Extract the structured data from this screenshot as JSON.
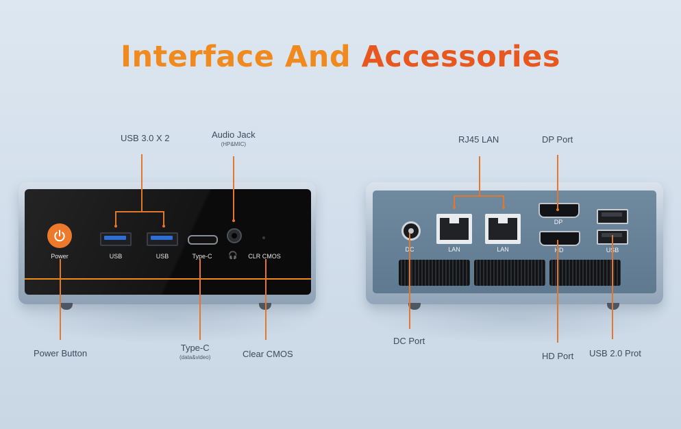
{
  "title": {
    "part1": "Interface And ",
    "part2": "Accessories"
  },
  "colors": {
    "title_orange": "#f08a1e",
    "title_red_orange": "#e8581e",
    "callout_line": "#e3772b",
    "usb_blue": "#2e6fd4"
  },
  "front": {
    "callouts": {
      "usb": "USB 3.0 X 2",
      "audio": "Audio Jack",
      "audio_sub": "(HP&MIC)",
      "power": "Power Button",
      "typec": "Type-C",
      "typec_sub": "(data&video)",
      "cmos": "Clear CMOS"
    },
    "labels": {
      "power": "Power",
      "usb1": "USB",
      "usb2": "USB",
      "typec": "Type-C",
      "cmos": "CLR CMOS"
    },
    "icons": {
      "power": "power-icon",
      "headphone": "headphone-icon"
    }
  },
  "back": {
    "callouts": {
      "rj45": "RJ45 LAN",
      "dp": "DP Port",
      "dc": "DC Port",
      "hd": "HD Port",
      "usb": "USB 2.0  Prot"
    },
    "labels": {
      "dc": "DC",
      "lan1": "LAN",
      "lan2": "LAN",
      "dp": "DP",
      "hd": "HD",
      "usb": "USB"
    }
  }
}
